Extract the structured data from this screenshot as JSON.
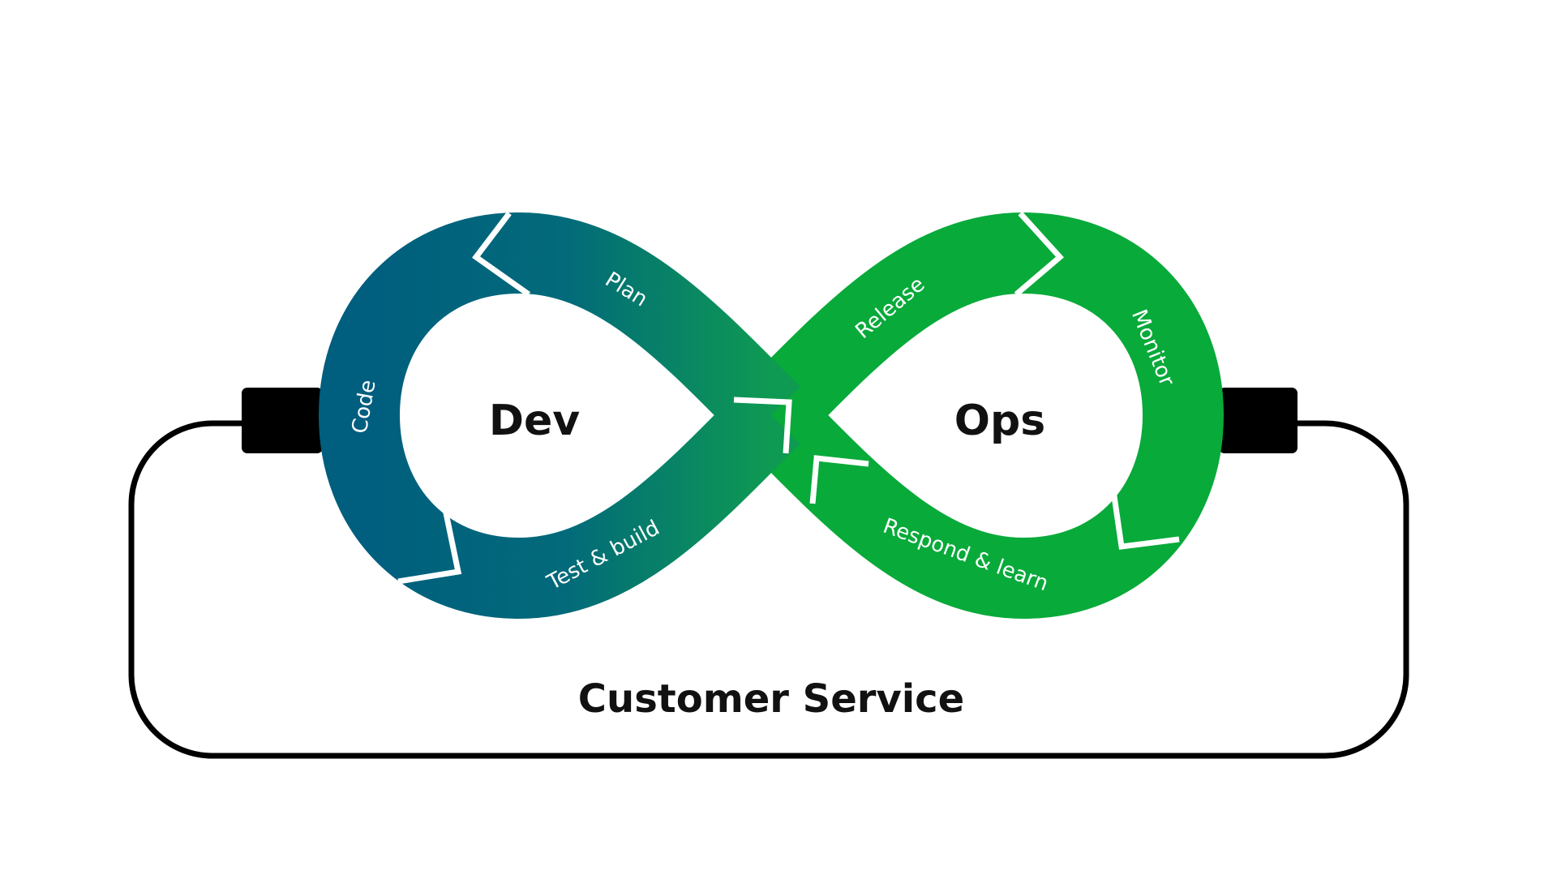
{
  "diagram": {
    "dev_label": "Dev",
    "ops_label": "Ops",
    "loop_label": "Customer Service",
    "stages": {
      "plan": "Plan",
      "code": "Code",
      "test_build": "Test & build",
      "release": "Release",
      "monitor": "Monitor",
      "respond_learn": "Respond & learn"
    },
    "colors": {
      "dev_blue": "#005E7E",
      "dev_teal": "#0E9A52",
      "ops_green": "#08AA3A",
      "loop": "#000000"
    }
  }
}
